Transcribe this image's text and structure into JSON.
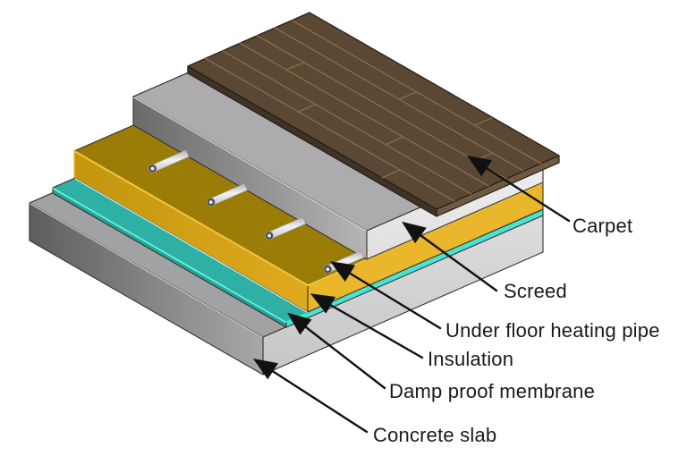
{
  "figure": {
    "type": "isometric-floor-construction-diagram",
    "subject": "Under floor heating floor build-up",
    "background": "#FFFFFF",
    "outline_color": "#38332C",
    "arrow_color": "#111111",
    "label_text_color": "#1A1A1A"
  },
  "layers": [
    {
      "id": "carpet",
      "label": "Carpet",
      "top_color": "#5A4734",
      "side_left_color": "#3F3226",
      "side_right_color": "#6F5942",
      "end_cap_color": "#35291F",
      "plank_seam_color": "#8A6B49"
    },
    {
      "id": "screed",
      "label": "Screed",
      "top_color": "#ACACAE",
      "side_left_gradient": [
        "#6A6A6A",
        "#B5B5B5"
      ],
      "side_right_gradient": [
        "#F0F0F0",
        "#DFDFE1"
      ],
      "end_cap_color": "#8F8F92",
      "edge_highlight_color": "#D4D4D6"
    },
    {
      "id": "under-floor-heating-pipe",
      "label": "Under floor heating pipe",
      "pipe_color": "#E3E3E3",
      "pipe_end_ring_color": "#44444A",
      "pipe_end_hole_color": "#E9E9EB",
      "pipe_count": 4
    },
    {
      "id": "insulation",
      "label": "Insulation",
      "top_color": "#9A7C07",
      "side_left_gradient": [
        "#C2960D",
        "#E0AA1E"
      ],
      "side_right_color": "#EAB72C",
      "end_cap_color": "#8A7006",
      "edge_highlight_color": "#F2C73B"
    },
    {
      "id": "damp-proof-membrane",
      "label": "Damp proof membrane",
      "top_color": "#2EB0A4",
      "side_left_color": "#28A296",
      "side_right_color": "#49E2D3",
      "end_cap_color": "#1E968B",
      "edge_highlight_color": "#5FF0E0"
    },
    {
      "id": "concrete-slab",
      "label": "Concrete slab",
      "top_color": "#A2A2A4",
      "side_left_gradient": [
        "#5E5E5E",
        "#A8A8A8"
      ],
      "side_right_gradient": [
        "#DDDDDE",
        "#C6C6C8"
      ],
      "end_cap_color": "#717174",
      "edge_highlight_color": "#C9C9CB"
    }
  ]
}
